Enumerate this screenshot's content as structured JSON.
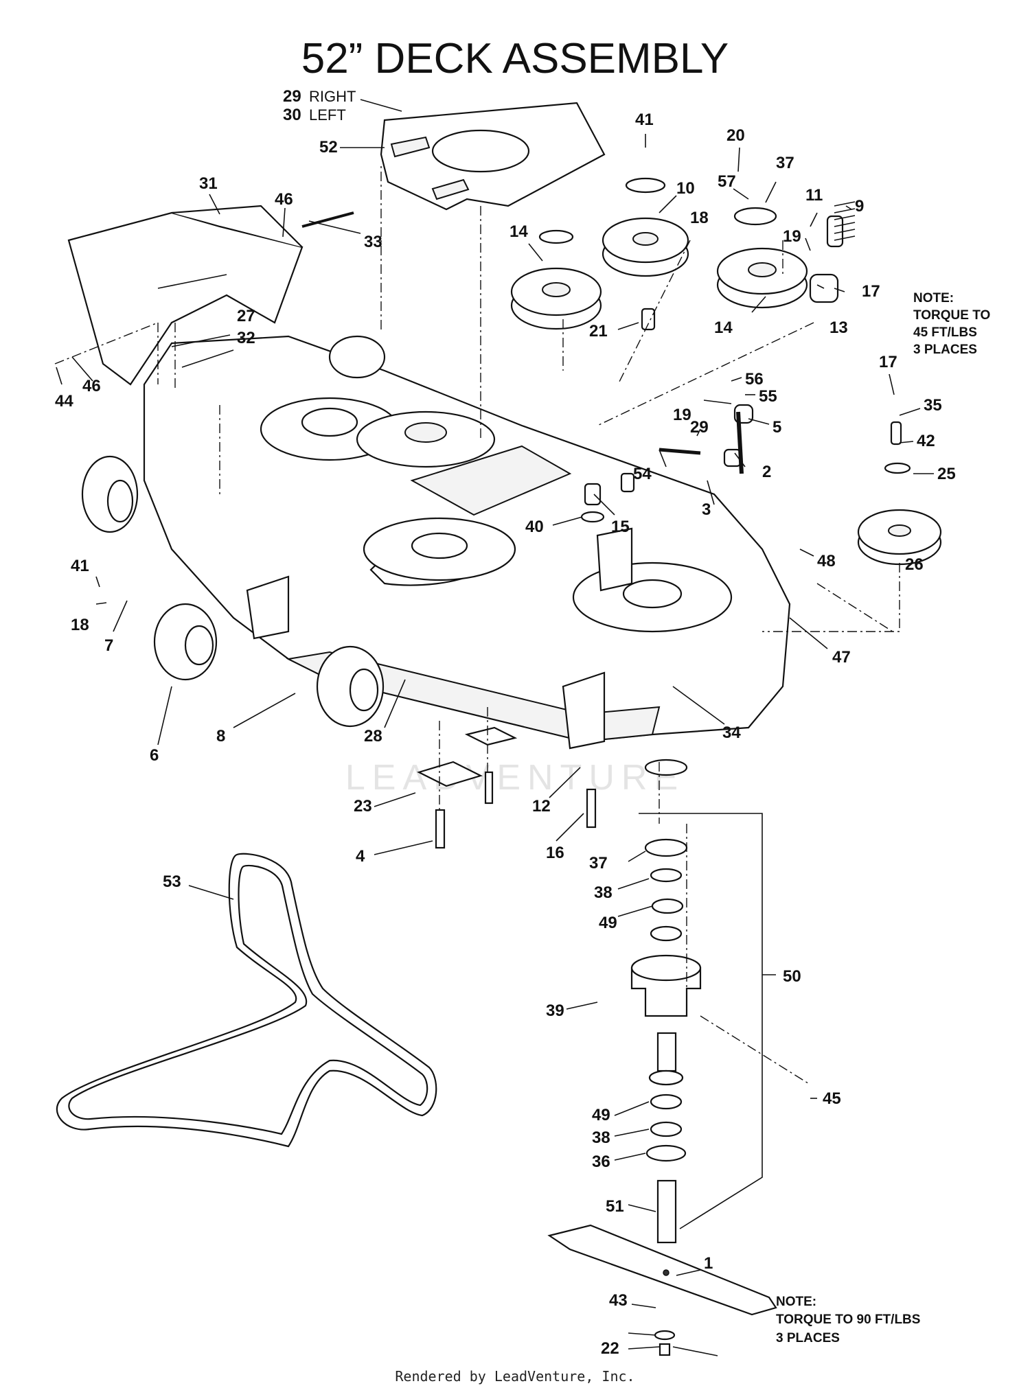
{
  "title": "52” DECK ASSEMBLY",
  "side_labels": {
    "right": "RIGHT",
    "left": "LEFT"
  },
  "notes": {
    "top": [
      "NOTE:",
      "TORQUE TO",
      "45 FT/LBS",
      "3 PLACES"
    ],
    "bottom": [
      "NOTE:",
      "TORQUE TO 90 FT/LBS",
      "3 PLACES"
    ]
  },
  "watermark": "LEADVENTURE",
  "footer": "Rendered by LeadVenture, Inc.",
  "callouts": [
    "29",
    "30",
    "52",
    "31",
    "46",
    "33",
    "27",
    "32",
    "44",
    "46",
    "41",
    "10",
    "18",
    "14",
    "21",
    "20",
    "37",
    "57",
    "11",
    "9",
    "19",
    "17",
    "14",
    "13",
    "17",
    "35",
    "42",
    "25",
    "26",
    "56",
    "55",
    "19",
    "5",
    "29",
    "54",
    "2",
    "3",
    "15",
    "40",
    "48",
    "47",
    "41",
    "18",
    "7",
    "6",
    "8",
    "28",
    "34",
    "23",
    "4",
    "12",
    "16",
    "37",
    "38",
    "49",
    "50",
    "39",
    "49",
    "38",
    "36",
    "51",
    "45",
    "1",
    "43",
    "22",
    "53"
  ]
}
